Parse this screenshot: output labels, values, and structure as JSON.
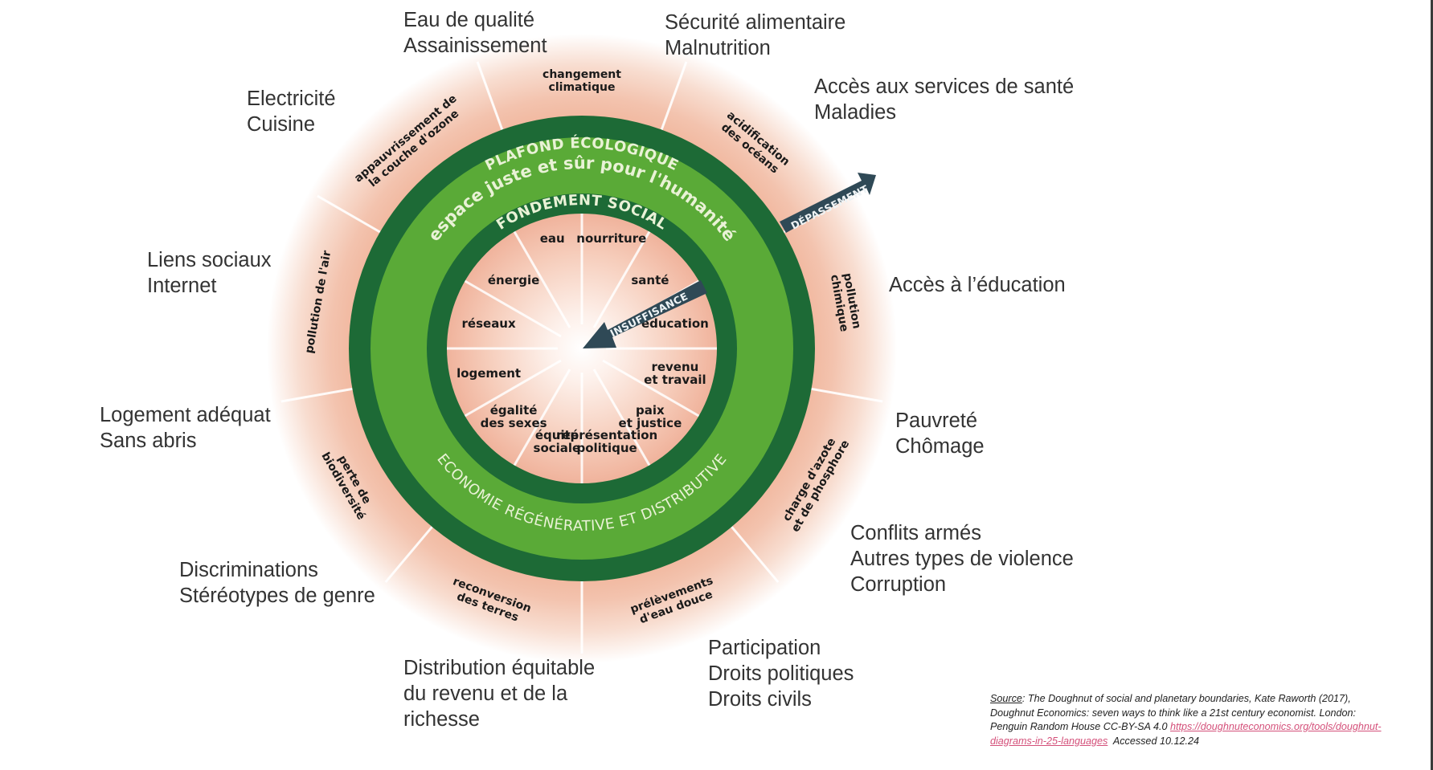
{
  "diagram": {
    "title_ceiling": "PLAFOND ÉCOLOGIQUE",
    "title_space": "espace juste et sûr pour l'humanité",
    "title_foundation": "FONDEMENT SOCIAL",
    "title_economy": "ECONOMIE RÉGÉNÉRATIVE ET DISTRIBUTIVE",
    "overshoot_label": "DÉPASSEMENT",
    "shortfall_label": "INSUFFISANCE",
    "colors": {
      "ring_dark": "#1d6a36",
      "ring_light": "#5aaa37",
      "halo": "#f1b9a1",
      "inner_pink": "#f0b9a2",
      "arrow": "#2f4956",
      "ring_text": "#e9f2d6",
      "link": "#d4507a",
      "label_text": "#333333"
    },
    "ecological_ceiling": [
      {
        "lines": [
          "changement",
          "climatique"
        ]
      },
      {
        "lines": [
          "acidification",
          "des océans"
        ]
      },
      {
        "lines": [
          "pollution",
          "chimique"
        ]
      },
      {
        "lines": [
          "charge d'azote",
          "et de phosphore"
        ]
      },
      {
        "lines": [
          "prélèvements",
          "d'eau douce"
        ]
      },
      {
        "lines": [
          "reconversion",
          "des terres"
        ]
      },
      {
        "lines": [
          "perte de",
          "biodiversité"
        ]
      },
      {
        "lines": [
          "pollution de l'air"
        ]
      },
      {
        "lines": [
          "appauvrissement de",
          "la couche d'ozone"
        ]
      }
    ],
    "social_foundation": [
      {
        "lines": [
          "nourriture"
        ]
      },
      {
        "lines": [
          "santé"
        ]
      },
      {
        "lines": [
          "éducation"
        ]
      },
      {
        "lines": [
          "revenu",
          "et travail"
        ]
      },
      {
        "lines": [
          "paix",
          "et justice"
        ]
      },
      {
        "lines": [
          "représentation",
          "politique"
        ]
      },
      {
        "lines": [
          "équité",
          "sociale"
        ]
      },
      {
        "lines": [
          "égalité",
          "des sexes"
        ]
      },
      {
        "lines": [
          "logement"
        ]
      },
      {
        "lines": [
          "réseaux"
        ]
      },
      {
        "lines": [
          "énergie"
        ]
      },
      {
        "lines": [
          "eau"
        ]
      }
    ]
  },
  "outer_labels": [
    {
      "id": "eau",
      "lines": [
        "Eau de qualité",
        "Assainissement"
      ]
    },
    {
      "id": "securite",
      "lines": [
        "Sécurité alimentaire",
        "Malnutrition"
      ]
    },
    {
      "id": "sante",
      "lines": [
        "Accès aux services de santé",
        "Maladies"
      ]
    },
    {
      "id": "electricite",
      "lines": [
        "Electricité",
        "Cuisine"
      ]
    },
    {
      "id": "liens",
      "lines": [
        "Liens sociaux",
        "Internet"
      ]
    },
    {
      "id": "education",
      "lines": [
        "Accès à l’éducation"
      ]
    },
    {
      "id": "logement",
      "lines": [
        "Logement adéquat",
        "Sans abris"
      ]
    },
    {
      "id": "pauvrete",
      "lines": [
        "Pauvreté",
        "Chômage"
      ]
    },
    {
      "id": "conflits",
      "lines": [
        "Conflits armés",
        "Autres types de violence",
        "Corruption"
      ]
    },
    {
      "id": "discriminations",
      "lines": [
        "Discriminations",
        "Stéréotypes de genre"
      ]
    },
    {
      "id": "distribution",
      "lines": [
        "Distribution équitable",
        "du revenu et de la",
        "richesse"
      ]
    },
    {
      "id": "participation",
      "lines": [
        "Participation",
        "Droits politiques",
        "Droits civils"
      ]
    }
  ],
  "source": {
    "keyword": "Source",
    "text_1": ": The Doughnut of social and planetary boundaries, Kate Raworth (2017),",
    "text_2": "Doughnut Economics: seven ways to think like a 21st century economist. London:",
    "text_3": "Penguin Random House CC-BY-SA 4.0 ",
    "link_part_1": "https://doughnuteconomics.org/tools/doughnut-",
    "link_part_2": "diagrams-in-25-languages",
    "accessed": "  Accessed 10.12.24"
  }
}
